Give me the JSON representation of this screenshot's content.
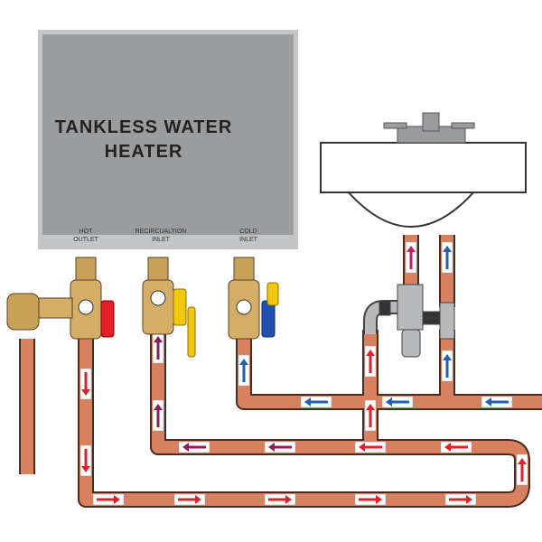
{
  "heater": {
    "title_line1": "TANKLESS WATER",
    "title_line2": "HEATER",
    "ports": [
      {
        "line1": "HOT",
        "line2": "OUTLET"
      },
      {
        "line1": "RECIRCUALTION",
        "line2": "INLET"
      },
      {
        "line1": "COLD",
        "line2": "INLET"
      }
    ]
  },
  "colors": {
    "heater_body": "#9b9c9e",
    "copper": "#d8815f",
    "hot_arrow": "#e0202a",
    "cold_arrow": "#1f5fb8",
    "recirc_arrow": "#8a1e5a",
    "brass": "#c9a25a",
    "red_handle": "#e01f26",
    "yellow_handle": "#f2c80f",
    "blue_handle": "#1f4fb0"
  }
}
